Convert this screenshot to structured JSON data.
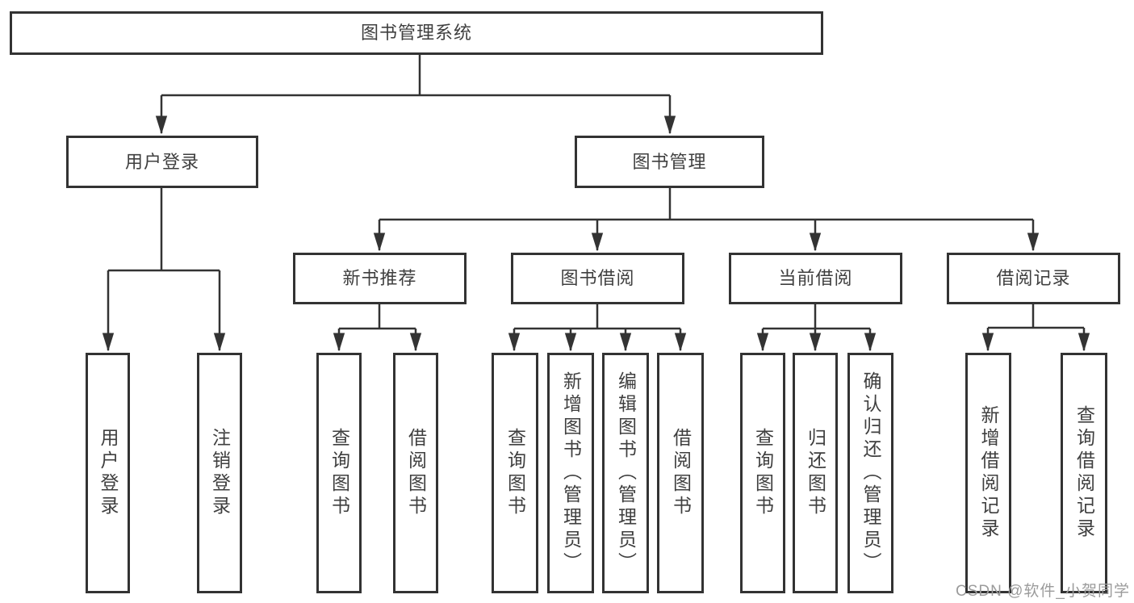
{
  "colors": {
    "background": "#ffffff",
    "line": "#333333",
    "box_border": "#333333",
    "text": "#3f3f3f",
    "watermark": "#9b9b9b"
  },
  "watermark": {
    "text": "CSDN @软件_小贺同学"
  },
  "diagram": {
    "type": "hierarchy-diagram",
    "nodes": {
      "root": {
        "label": "图书管理系统"
      },
      "user_login": {
        "label": "用户登录"
      },
      "book_management": {
        "label": "图书管理"
      },
      "new_book_recommend": {
        "label": "新书推荐"
      },
      "book_borrow": {
        "label": "图书借阅"
      },
      "current_borrow": {
        "label": "当前借阅"
      },
      "borrow_records": {
        "label": "借阅记录"
      },
      "leaf_user_login": {
        "label": "用户登录"
      },
      "leaf_logout": {
        "label": "注销登录"
      },
      "leaf_rec_search": {
        "label": "查询图书"
      },
      "leaf_rec_borrow": {
        "label": "借阅图书"
      },
      "leaf_borrow_search": {
        "label": "查询图书"
      },
      "leaf_borrow_add": {
        "label": "新增图书（管理员）"
      },
      "leaf_borrow_edit": {
        "label": "编辑图书（管理员）"
      },
      "leaf_borrow_borrow": {
        "label": "借阅图书"
      },
      "leaf_current_search": {
        "label": "查询图书"
      },
      "leaf_current_return": {
        "label": "归还图书"
      },
      "leaf_current_confirm": {
        "label": "确认归还（管理员）"
      },
      "leaf_records_add": {
        "label": "新增借阅记录"
      },
      "leaf_records_search": {
        "label": "查询借阅记录"
      }
    },
    "tree": {
      "root": [
        "user_login",
        "book_management"
      ],
      "user_login": [
        "leaf_user_login",
        "leaf_logout"
      ],
      "book_management": [
        "new_book_recommend",
        "book_borrow",
        "current_borrow",
        "borrow_records"
      ],
      "new_book_recommend": [
        "leaf_rec_search",
        "leaf_rec_borrow"
      ],
      "book_borrow": [
        "leaf_borrow_search",
        "leaf_borrow_add",
        "leaf_borrow_edit",
        "leaf_borrow_borrow"
      ],
      "current_borrow": [
        "leaf_current_search",
        "leaf_current_return",
        "leaf_current_confirm"
      ],
      "borrow_records": [
        "leaf_records_add",
        "leaf_records_search"
      ]
    }
  }
}
